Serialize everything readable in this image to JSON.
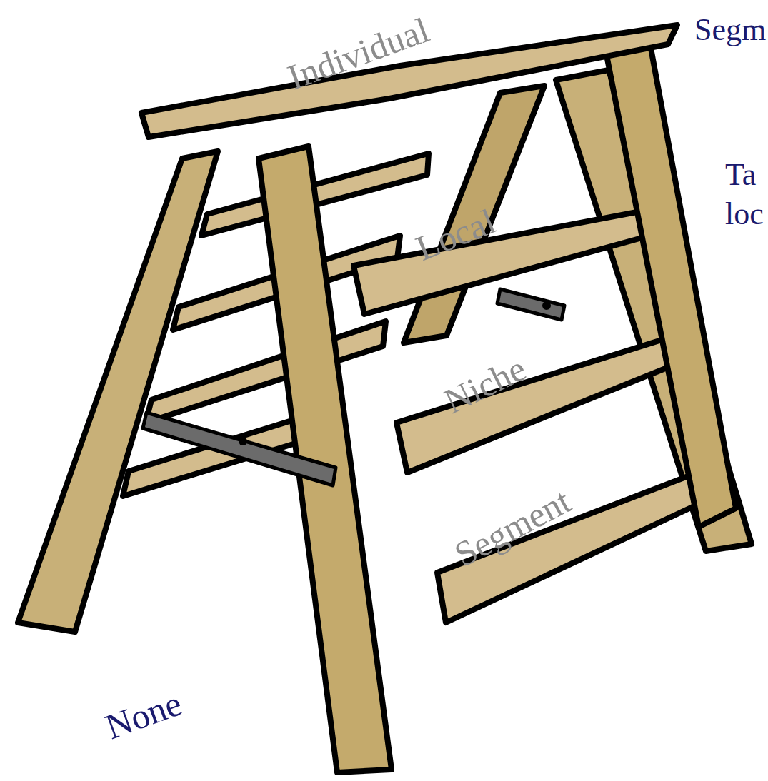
{
  "diagram": {
    "labels": [
      "Individual",
      "Local",
      "Niche",
      "Segment",
      "None",
      "Segm",
      "Ta",
      "loc"
    ]
  }
}
